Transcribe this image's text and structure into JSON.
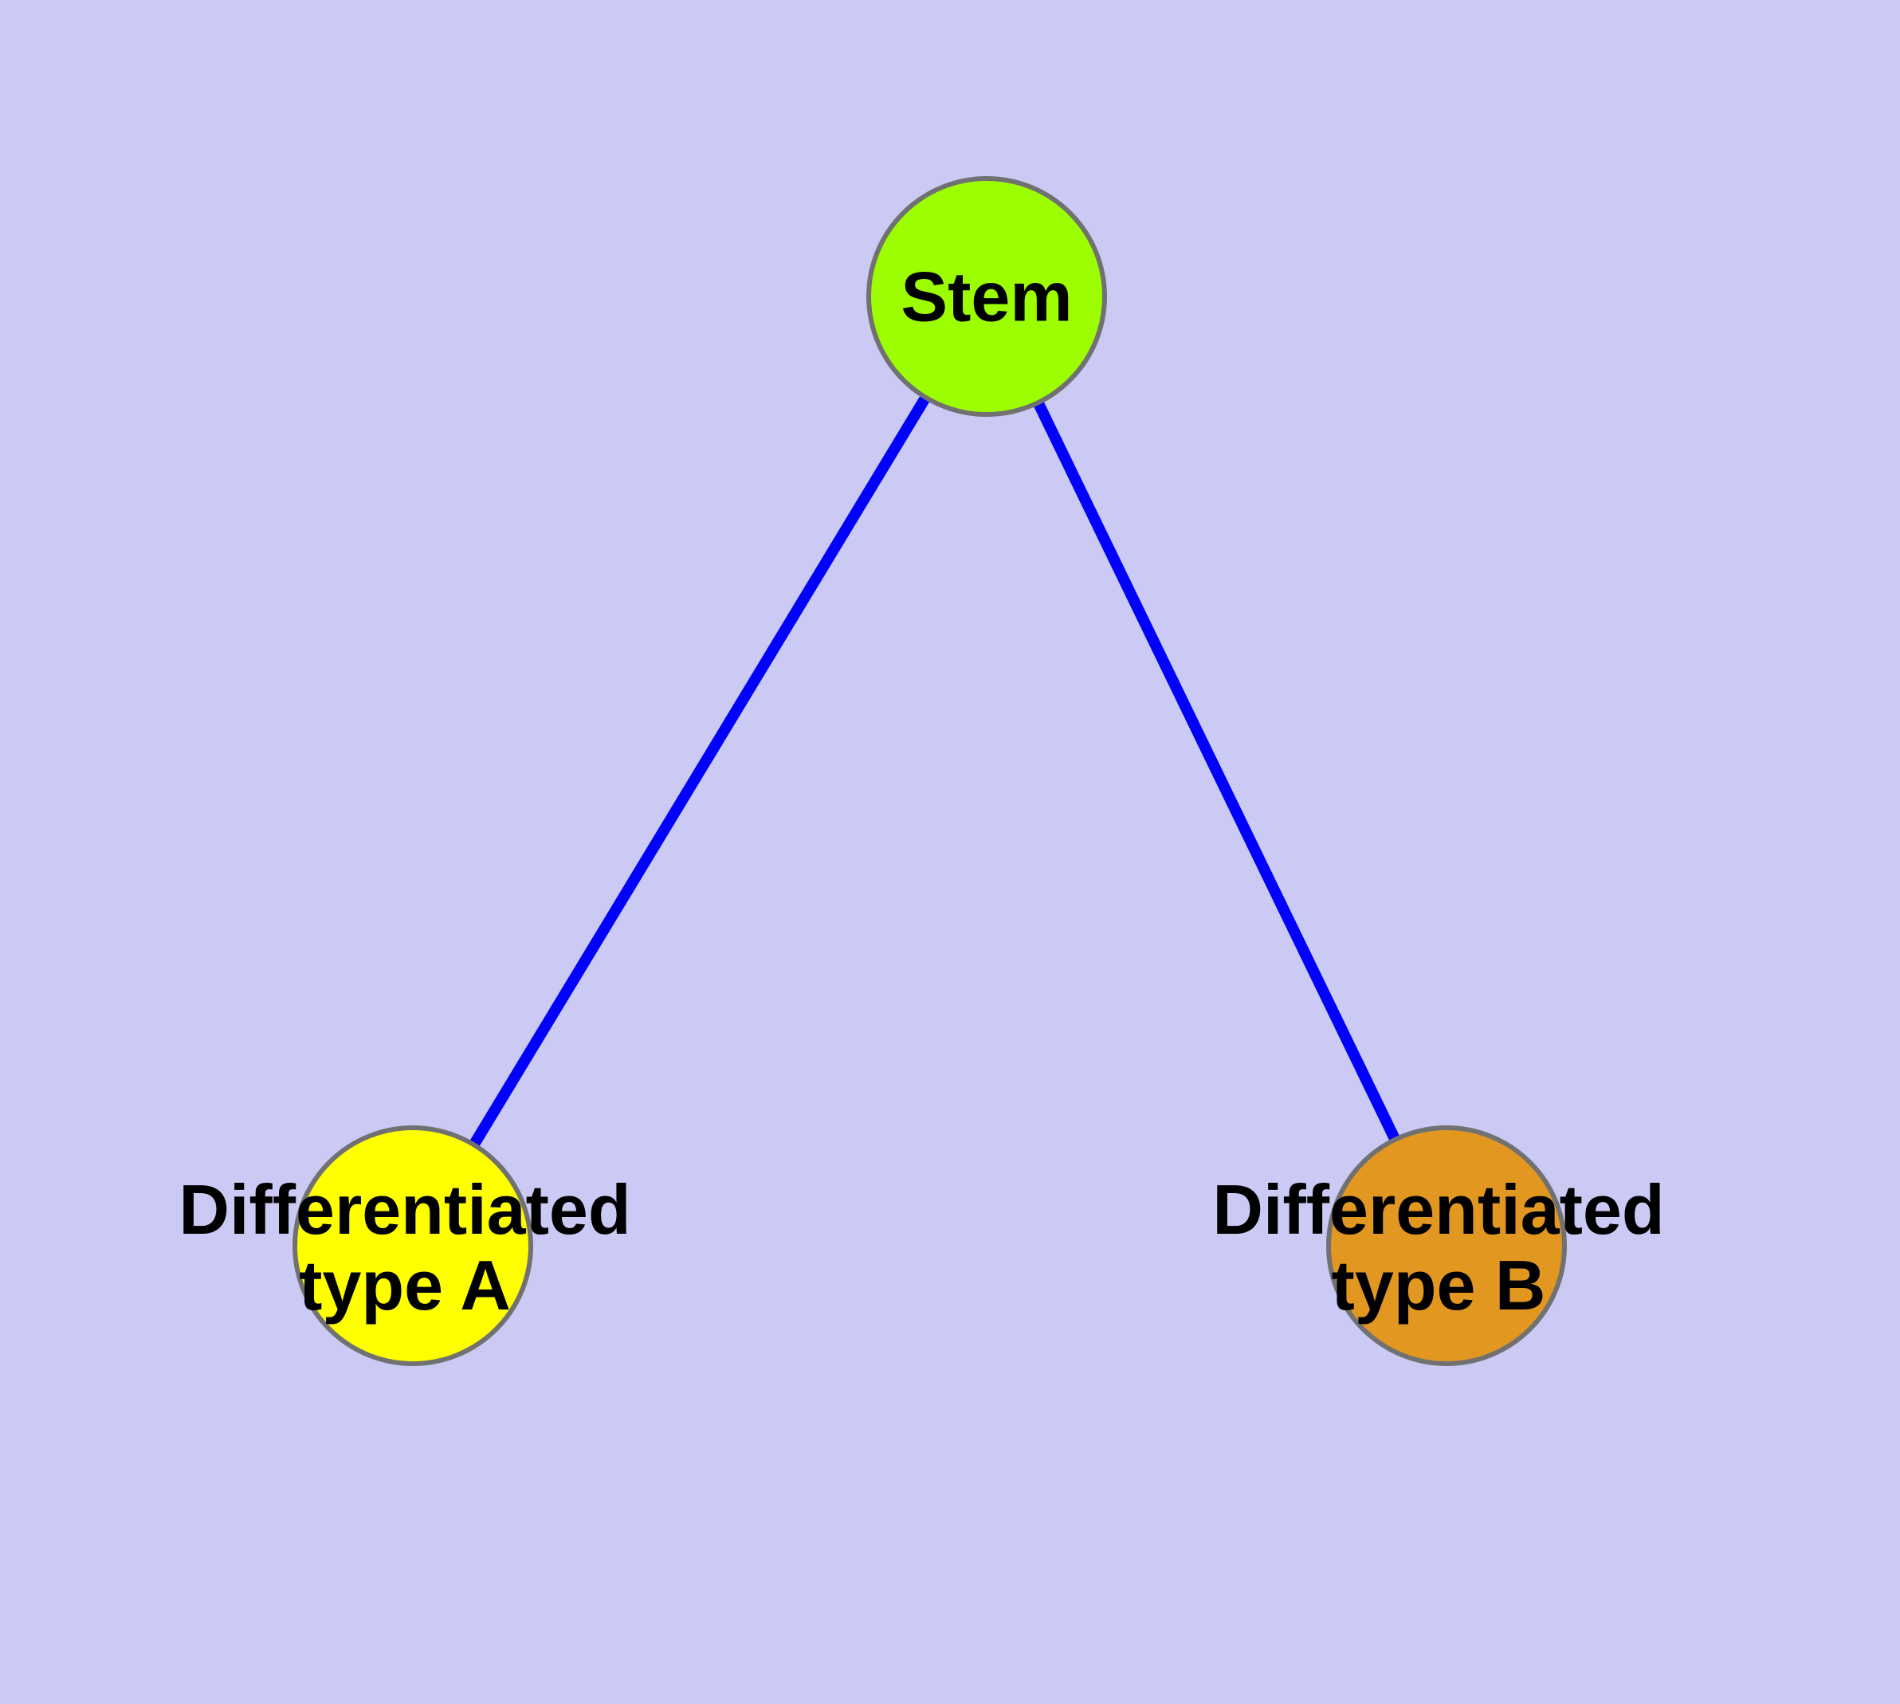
{
  "diagram": {
    "type": "graph",
    "background_color": "#CACAF5",
    "edge_color": "#0000FB",
    "node_border_color": "#717171",
    "label_color": "#000000",
    "nodes": [
      {
        "id": "stem",
        "label": "Stem",
        "color": "#9CFE00"
      },
      {
        "id": "type-a",
        "label": "Differentiated\ntype A",
        "color": "#FFFF00"
      },
      {
        "id": "type-b",
        "label": "Differentiated\ntype B",
        "color": "#E29820"
      }
    ],
    "edges": [
      {
        "from": "stem",
        "to": "type-a"
      },
      {
        "from": "stem",
        "to": "type-b"
      }
    ]
  }
}
